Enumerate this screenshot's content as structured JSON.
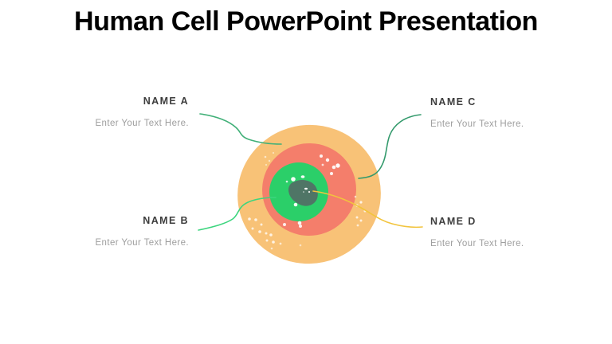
{
  "title": "Human Cell PowerPoint Presentation",
  "callouts": {
    "a": {
      "name": "NAME A",
      "text": "Enter Your Text Here."
    },
    "b": {
      "name": "NAME B",
      "text": "Enter Your Text Here."
    },
    "c": {
      "name": "NAME C",
      "text": "Enter Your Text Here."
    },
    "d": {
      "name": "NAME D",
      "text": "Enter Your Text Here."
    }
  },
  "diagram": {
    "description": "Human cell illustration: outer membrane, cytoplasm, inner cell body and nucleus, speckled with white dots"
  },
  "colors": {
    "membrane": "#F8C277",
    "cytoplasm": "#F47E6B",
    "inner_cell": "#2BCF69",
    "nucleus": "#4F7566",
    "connector_a": "#41B078",
    "connector_b": "#3CD57E",
    "connector_c": "#339A6C",
    "connector_d": "#F2C43D",
    "title_text": "#000000",
    "callout_name_text": "#3D3D3D",
    "callout_sub_text": "#9E9E9E"
  }
}
